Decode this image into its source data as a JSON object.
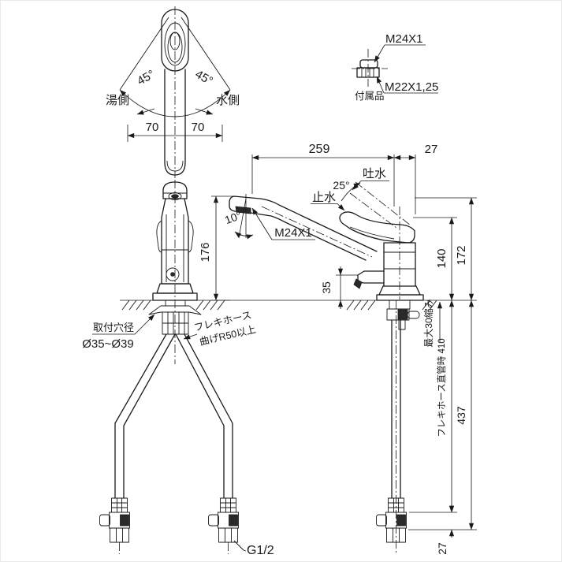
{
  "title": "faucet-dimension-drawing",
  "colors": {
    "line": "#1a1a1a",
    "background": "#ffffff"
  },
  "top_view": {
    "swing_left": "45°",
    "swing_right": "45°",
    "hot_label": "湯側",
    "cold_label": "水側",
    "dim_left": "70",
    "dim_right": "70"
  },
  "accessory": {
    "thread_upper": "M24X1",
    "thread_lower": "M22X1,25",
    "label": "付属品"
  },
  "side_view": {
    "dim_reach": "259",
    "dim_back": "27",
    "discharge_label": "吐水",
    "lever_angle": "25°",
    "stop_label": "止水",
    "spout_angle": "10°",
    "spout_thread": "M24X1",
    "dim_spout_height": "176",
    "dim_under_spout": "35",
    "dim_lever_low": "140",
    "dim_lever_high": "172",
    "hose_compress_note": "最大30縮み",
    "hose_straight_note": "フレキホース直管時 410",
    "dim_total_under": "437",
    "dim_adapter": "27"
  },
  "front_view": {
    "hole_label": "取付穴径",
    "hole_range": "Ø35~Ø39",
    "hose_label_line1": "フレキホース",
    "hose_label_line2": "曲げR50以上",
    "connector_thread": "G1/2"
  }
}
